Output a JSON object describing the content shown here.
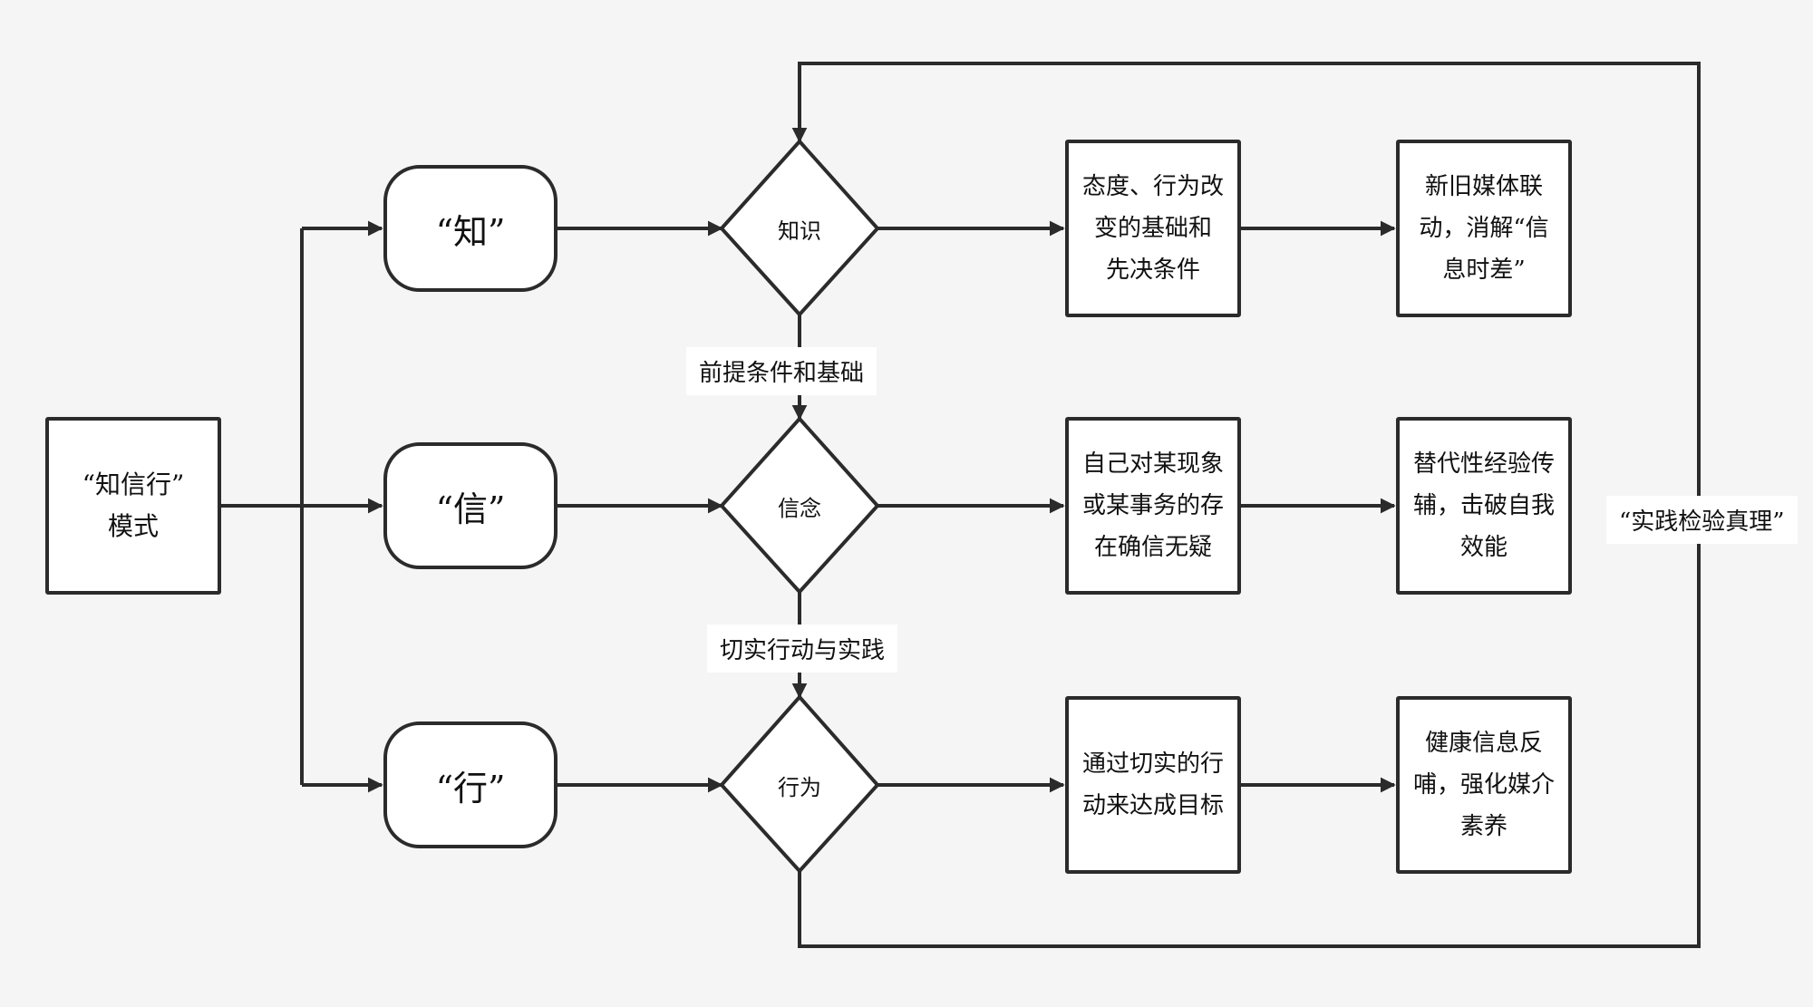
{
  "root": {
    "label": "“知信行”\n模式"
  },
  "categories": [
    {
      "label": "“知”"
    },
    {
      "label": "“信”"
    },
    {
      "label": "“行”"
    }
  ],
  "decisions": [
    {
      "label": "知识"
    },
    {
      "label": "信念"
    },
    {
      "label": "行为"
    }
  ],
  "descriptions": [
    {
      "label": "态度、行为改\n变的基础和\n先决条件"
    },
    {
      "label": "自己对某现象\n或某事务的存\n在确信无疑"
    },
    {
      "label": "通过切实的行\n动来达成目标"
    }
  ],
  "effects": [
    {
      "label": "新旧媒体联\n动，消解“信\n息时差”"
    },
    {
      "label": "替代性经验传\n辅，击破自我\n效能"
    },
    {
      "label": "健康信息反\n哺，强化媒介\n素养"
    }
  ],
  "edge_labels": {
    "premise": "前提条件和基础",
    "action": "切实行动与实践",
    "feedback": "“实践检验真理”"
  },
  "colors": {
    "line": "#2b2b2b",
    "fill": "#ffffff",
    "background": "#f5f5f5"
  }
}
